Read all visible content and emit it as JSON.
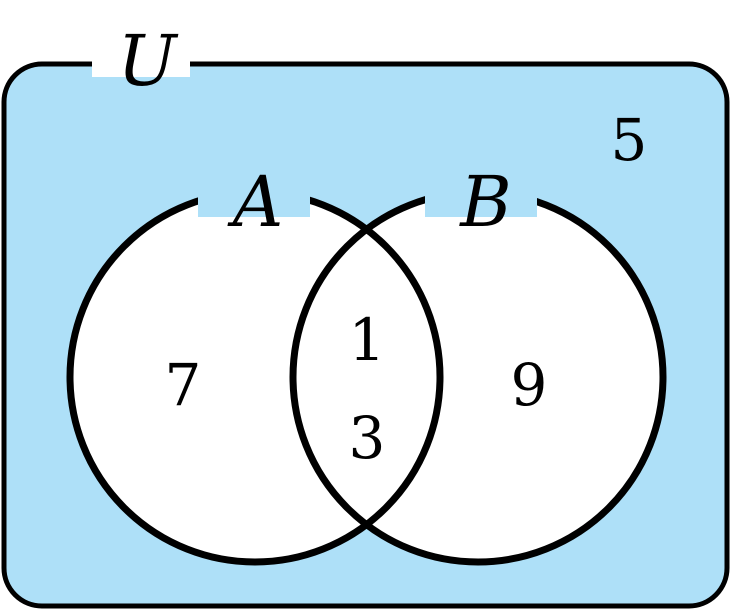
{
  "universe": {
    "label": "U",
    "color": "#aee0f8",
    "outside_value": "5"
  },
  "set_a": {
    "label": "A",
    "only_value": "7"
  },
  "set_b": {
    "label": "B",
    "only_value": "9"
  },
  "intersection": {
    "values": [
      "1",
      "3"
    ]
  },
  "colors": {
    "stroke": "#000000",
    "circle_fill": "#ffffff",
    "background": "#ffffff"
  }
}
